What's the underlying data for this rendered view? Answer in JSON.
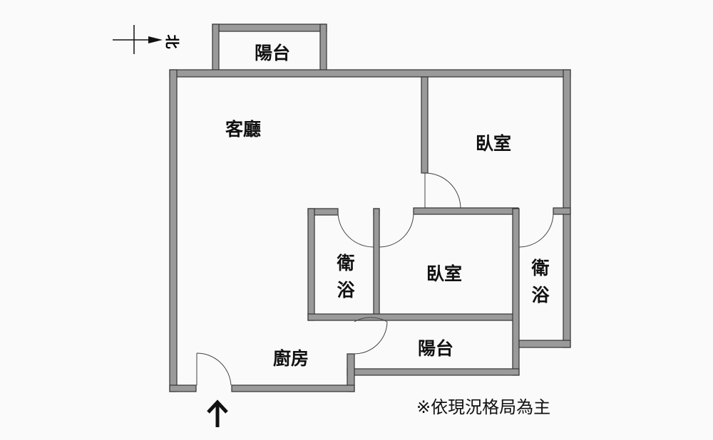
{
  "compass": {
    "north_label": "北"
  },
  "rooms": {
    "balcony_top": "陽台",
    "living_room": "客廳",
    "bedroom_main": "臥室",
    "bath_left": [
      "衛",
      "浴"
    ],
    "bedroom_second": "臥室",
    "bath_right": [
      "衛",
      "浴"
    ],
    "balcony_bottom": "陽台",
    "kitchen": "廚房"
  },
  "note": "※依現況格局為主",
  "colors": {
    "wall": "#9a9a9a",
    "background": "#fafafa"
  }
}
